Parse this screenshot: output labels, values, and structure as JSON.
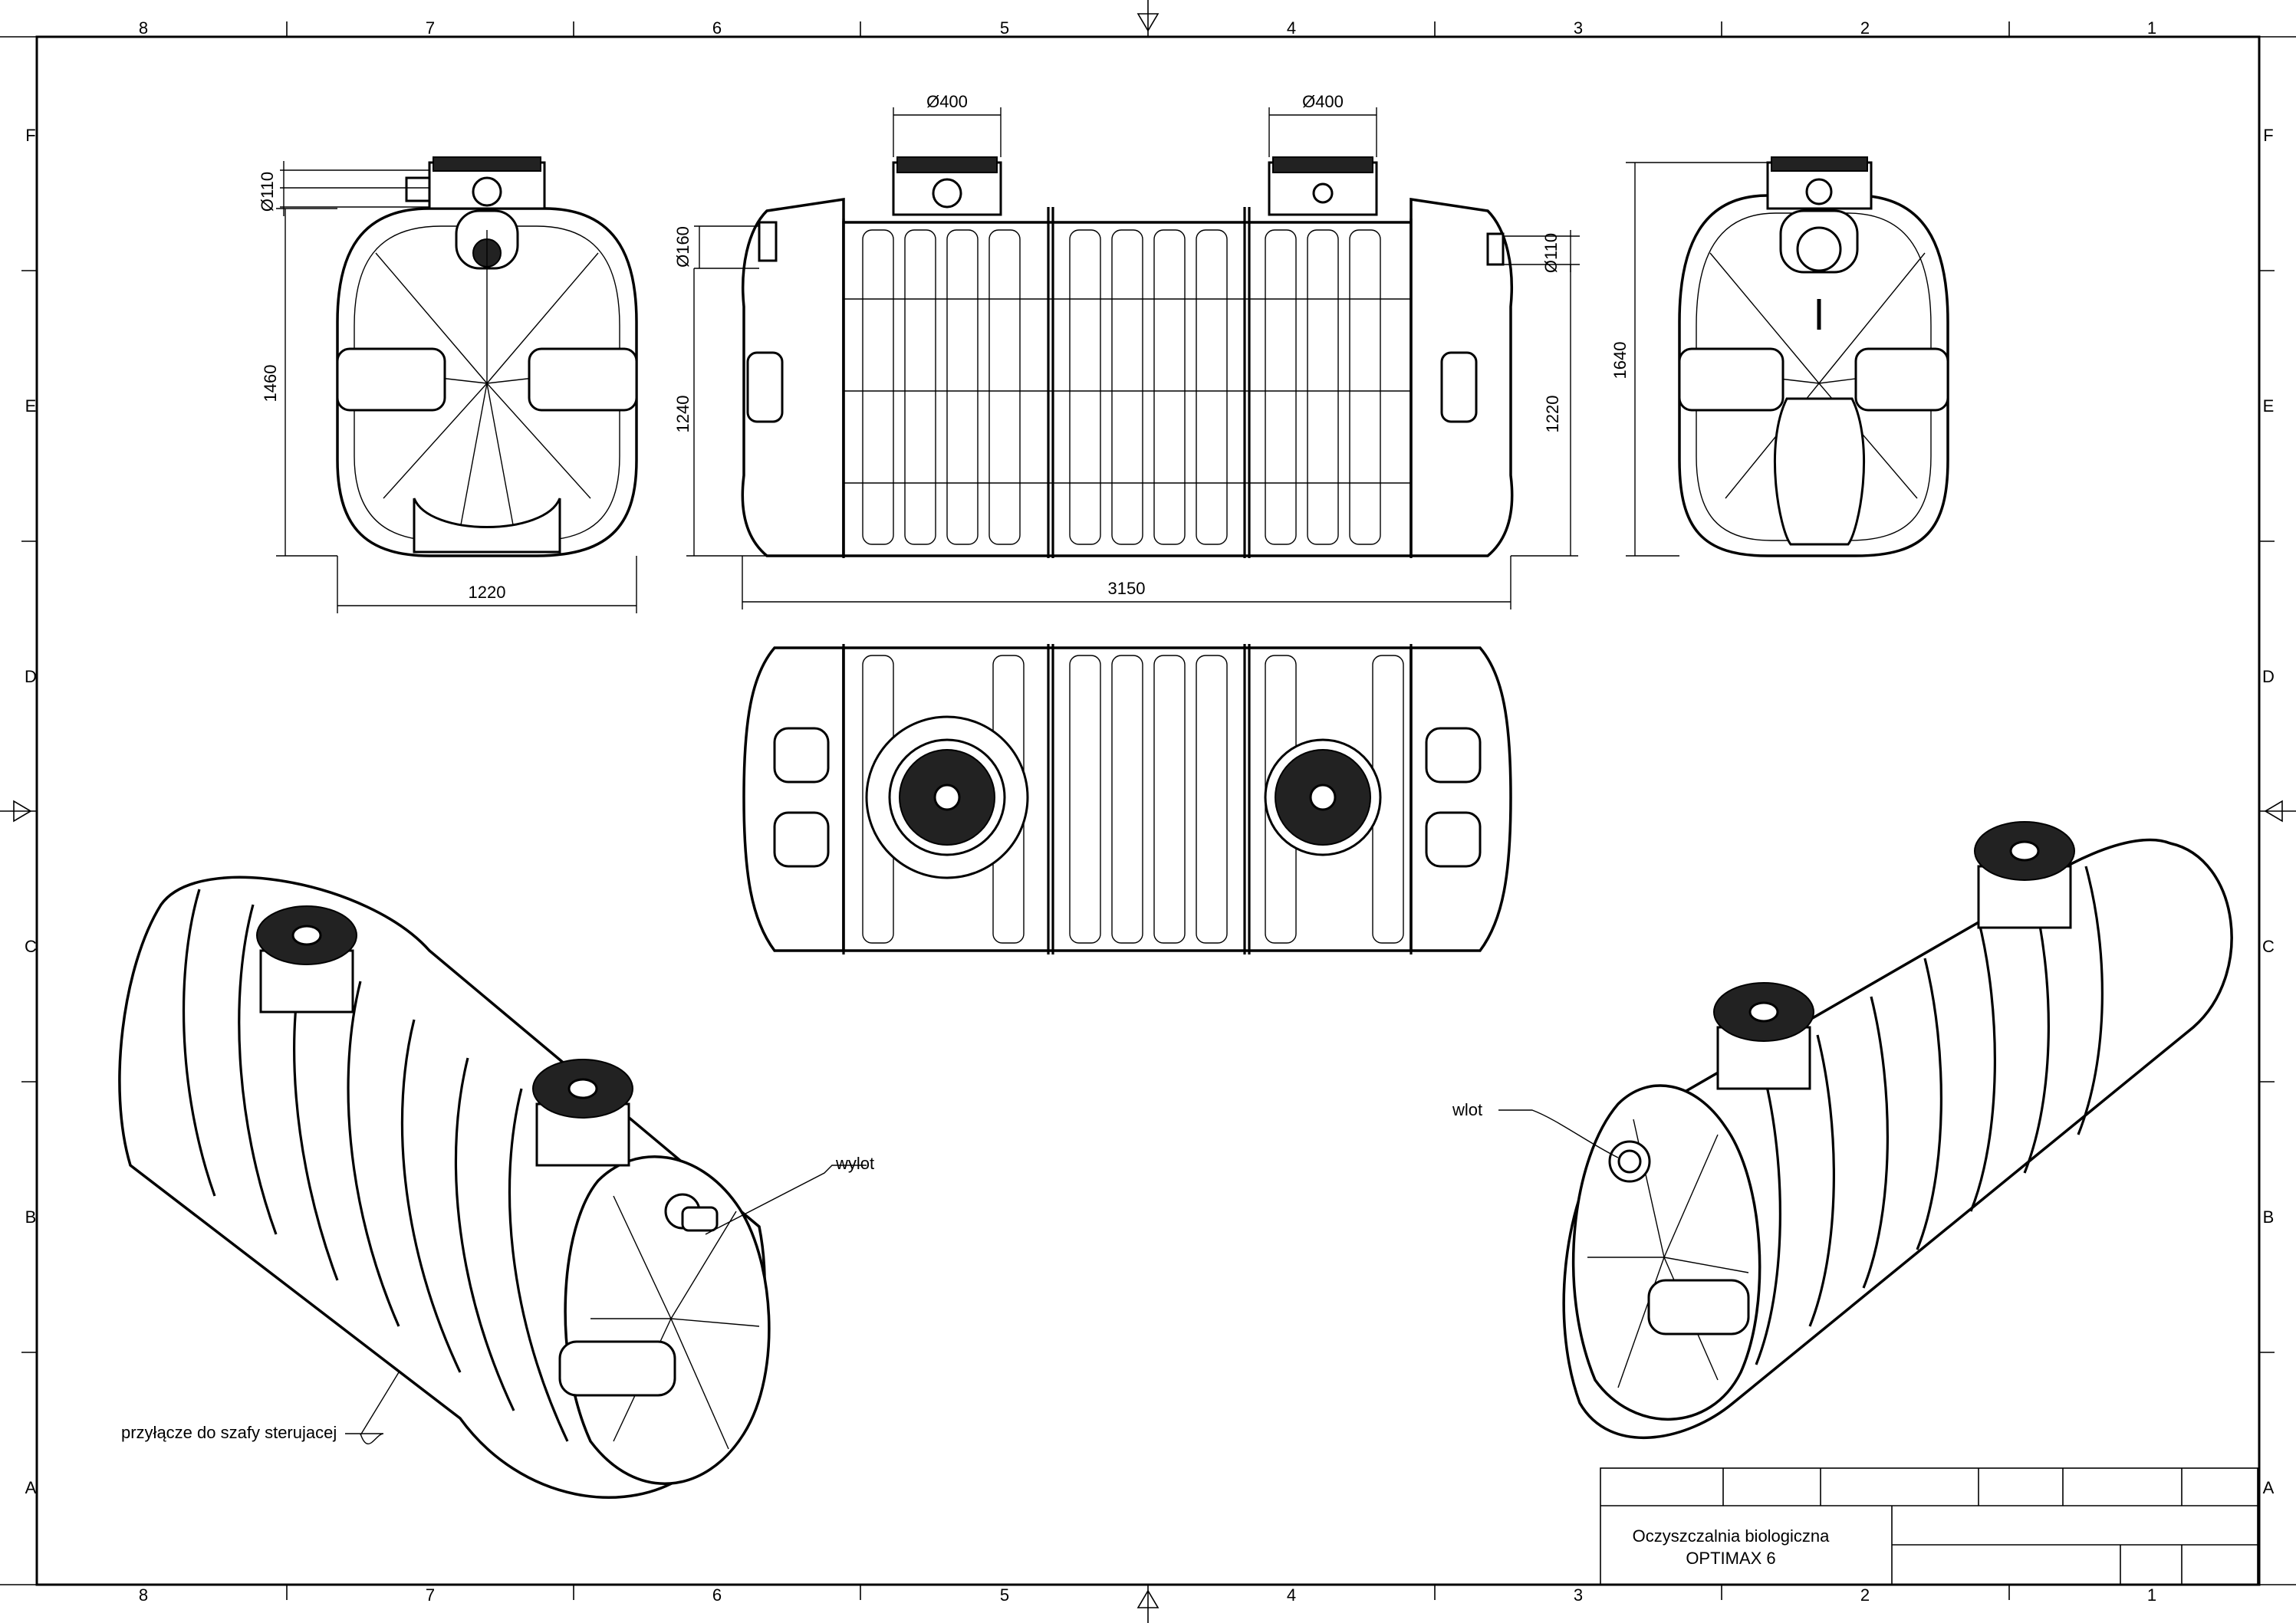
{
  "frame": {
    "col_labels": [
      "8",
      "7",
      "6",
      "5",
      "4",
      "3",
      "2",
      "1"
    ],
    "row_labels": [
      "F",
      "E",
      "D",
      "C",
      "B",
      "A"
    ]
  },
  "dimensions": {
    "top_dia_left": "Ø400",
    "top_dia_right": "Ø400",
    "left_pipe": "Ø110",
    "left_height": "1460",
    "left_width": "1220",
    "side_inlet": "Ø160",
    "side_height": "1240",
    "side_outlet": "Ø110",
    "side_height_right": "1220",
    "length": "3150",
    "right_height": "1640"
  },
  "labels": {
    "outlet": "wylot",
    "inlet": "wlot",
    "control": "przyłącze do szafy sterujacej"
  },
  "title_block": {
    "line1": "Oczyszczalnia biologiczna",
    "line2": "OPTIMAX 6"
  }
}
